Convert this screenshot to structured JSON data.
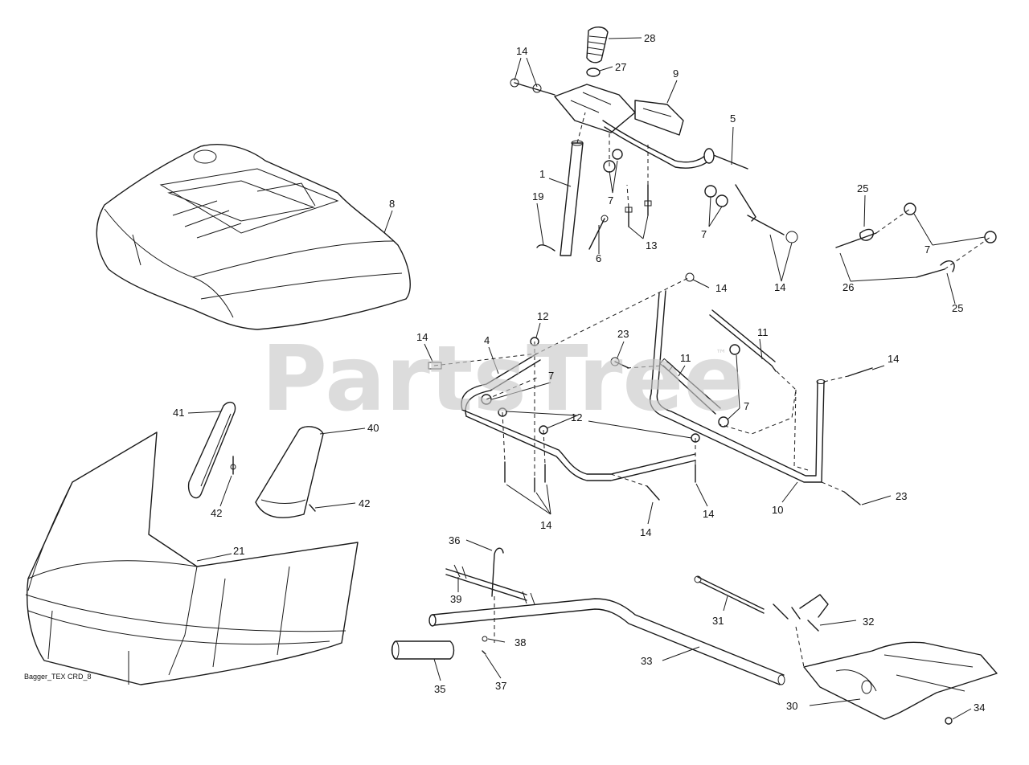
{
  "watermark": {
    "text": "PartsTree",
    "trademark": "™"
  },
  "caption": "Bagger_TEX CRD_8",
  "labels": {
    "l28": "28",
    "l27": "27",
    "l14a": "14",
    "l9": "9",
    "l5": "5",
    "l1": "1",
    "l19": "19",
    "l7a": "7",
    "l13": "13",
    "l6": "6",
    "l7b": "7",
    "l14b": "14",
    "l8": "8",
    "l25a": "25",
    "l7c": "7",
    "l26": "26",
    "l25b": "25",
    "l14c": "14",
    "l12a": "12",
    "l14d": "14",
    "l4": "4",
    "l23a": "23",
    "l11a": "11",
    "l11b": "11",
    "l7d": "7",
    "l14e": "14",
    "l7e": "7",
    "l12b": "12",
    "l41": "41",
    "l40": "40",
    "l42a": "42",
    "l42b": "42",
    "l14f": "14",
    "l14g": "14",
    "l14h": "14",
    "l10": "10",
    "l23b": "23",
    "l21": "21",
    "l36": "36",
    "l39": "39",
    "l31": "31",
    "l32": "32",
    "l38": "38",
    "l33": "33",
    "l35": "35",
    "l37": "37",
    "l30": "30",
    "l34": "34"
  },
  "colors": {
    "line": "#1a1a1a",
    "watermark": "#c8c8c8",
    "background": "#ffffff"
  }
}
